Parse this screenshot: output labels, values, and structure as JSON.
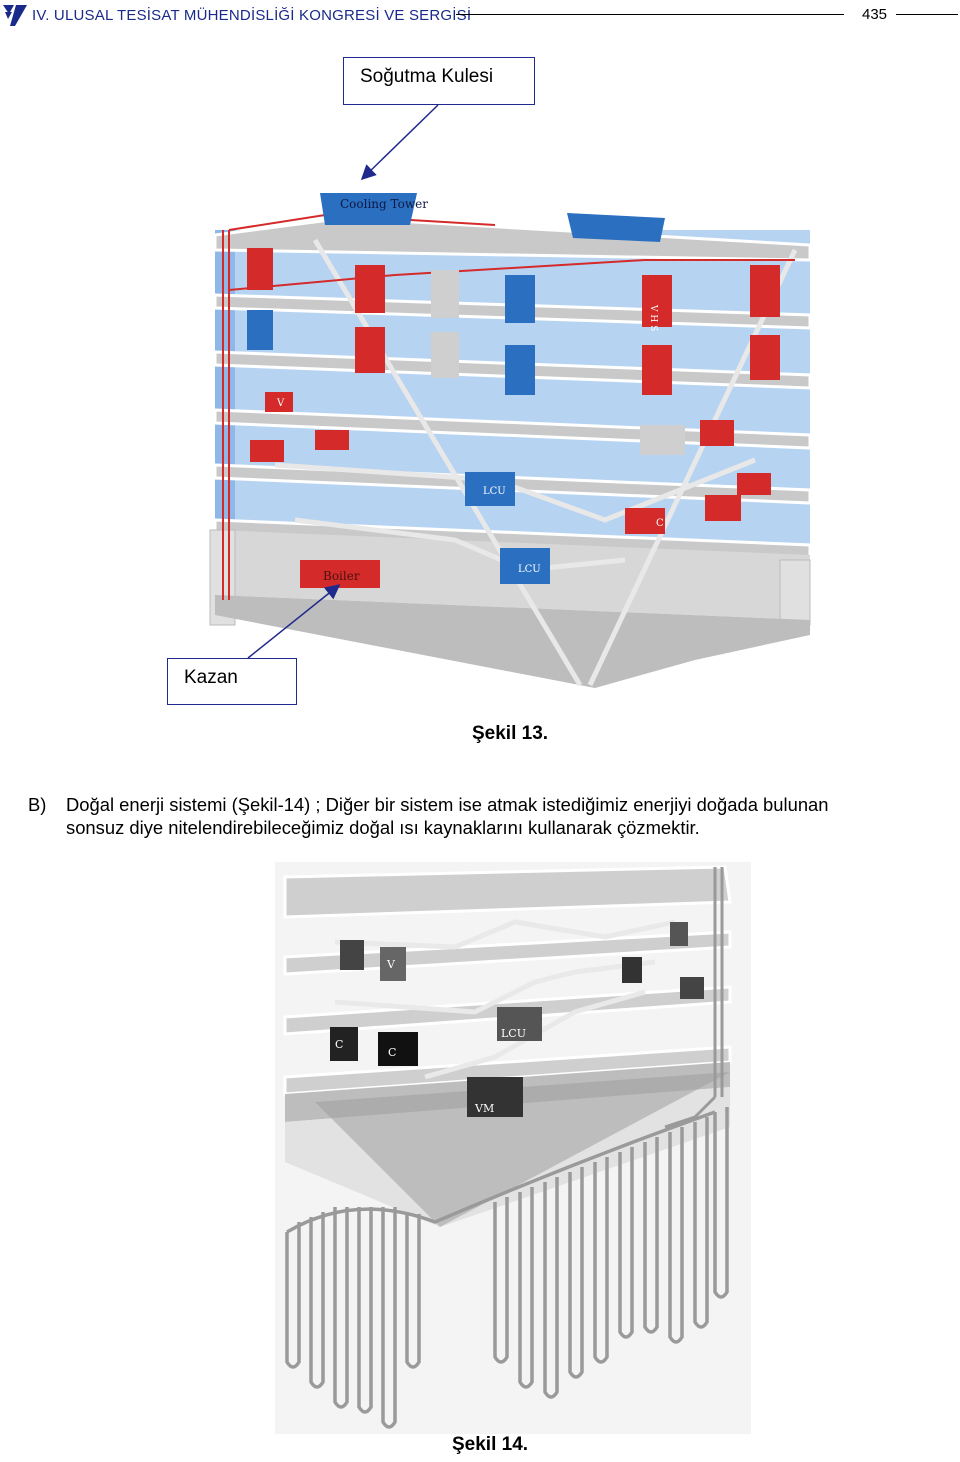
{
  "header": {
    "conference_title": "IV. ULUSAL TESİSAT MÜHENDİSLİĞİ KONGRESİ VE SERGİSİ",
    "page_number": "435"
  },
  "figure13": {
    "callout_top": "Soğutma Kulesi",
    "callout_bottom": "Kazan",
    "labels": {
      "cooling_tower": "Cooling Tower",
      "boiler": "Boiler",
      "vhs": "V H S",
      "lcu": "LCU",
      "c": "C",
      "v": "V"
    },
    "caption": "Şekil 13."
  },
  "paragraph": {
    "label": "B)",
    "line1": "Doğal enerji sistemi (Şekil-14) ; Diğer bir sistem ise atmak istediğimiz enerjiyi doğada bulunan",
    "line2": "sonsuz diye nitelendirebileceğimiz doğal ısı kaynaklarını kullanarak çözmektir."
  },
  "figure14": {
    "labels": {
      "lcu": "LCU",
      "vm": "VM",
      "c": "C",
      "v": "V"
    },
    "caption": "Şekil 14."
  },
  "colors": {
    "accent_blue": "#1f2a8c",
    "unit_red": "#d42a2a",
    "unit_blue": "#2b6fc0",
    "wall_blue": "#9cc3ee"
  }
}
